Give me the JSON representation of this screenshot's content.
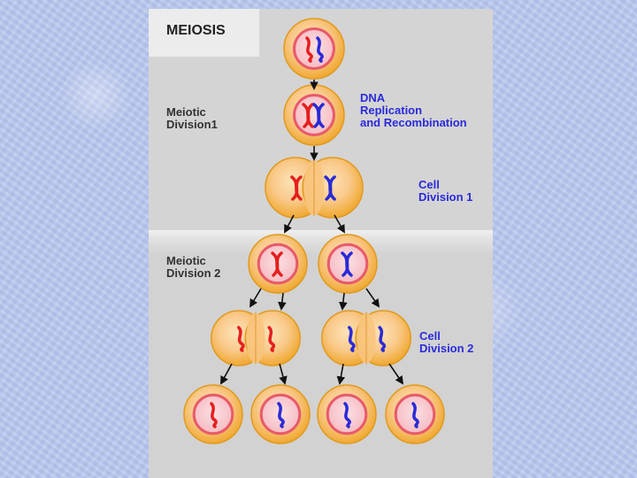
{
  "title": "MEIOSIS",
  "labels": {
    "meiotic_division_1": "Meiotic\nDivision1",
    "dna_replication": "DNA\nReplication\nand Recombination",
    "cell_division_1": "Cell\nDivision 1",
    "meiotic_division_2": "Meiotic\nDivision 2",
    "cell_division_2": "Cell\nDivision 2"
  },
  "colors": {
    "cell_outer": "#f0a830",
    "cell_inner": "#fbd3a0",
    "nucleus_ring": "#e85a6a",
    "nucleus_fill": "#f7c6cc",
    "chromosome_red": "#e61e1e",
    "chromosome_blue": "#2a2ad6",
    "label_blue": "#2a2adc"
  }
}
